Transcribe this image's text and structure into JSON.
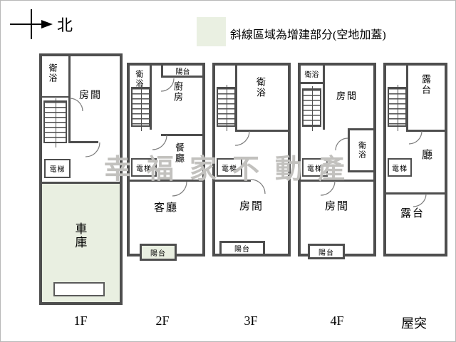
{
  "compass": {
    "north_label": "北"
  },
  "legend": {
    "swatch_color": "#eaf0e2",
    "text": "斜線區域為增建部分(空地加蓋)"
  },
  "watermark": {
    "text": "幸福家不動產",
    "color": "#c2c1be"
  },
  "colors": {
    "wall": "#4e4e4e",
    "shaded_area": "#e9efe1"
  },
  "floors": [
    {
      "label": "1F",
      "rooms": {
        "bath": "衛浴",
        "room": "房間",
        "elevator": "電梯",
        "garage": "車庫"
      }
    },
    {
      "label": "2F",
      "rooms": {
        "balcony_top": "陽台",
        "bath": "衛浴",
        "kitchen": "廚房",
        "dining": "餐廳",
        "elevator": "電梯",
        "living": "客廳",
        "balcony_bottom": "陽台"
      }
    },
    {
      "label": "3F",
      "rooms": {
        "bath": "衛浴",
        "elevator": "電梯",
        "room": "房間",
        "balcony": "陽台"
      }
    },
    {
      "label": "4F",
      "rooms": {
        "bath_top": "衛浴",
        "room_top": "房間",
        "bath_mid": "衛浴",
        "elevator": "電梯",
        "room_bottom": "房間",
        "balcony": "陽台"
      }
    },
    {
      "label": "屋突",
      "rooms": {
        "terrace_top": "露台",
        "hall": "廳",
        "elevator": "電梯",
        "terrace_bottom": "露台"
      }
    }
  ]
}
